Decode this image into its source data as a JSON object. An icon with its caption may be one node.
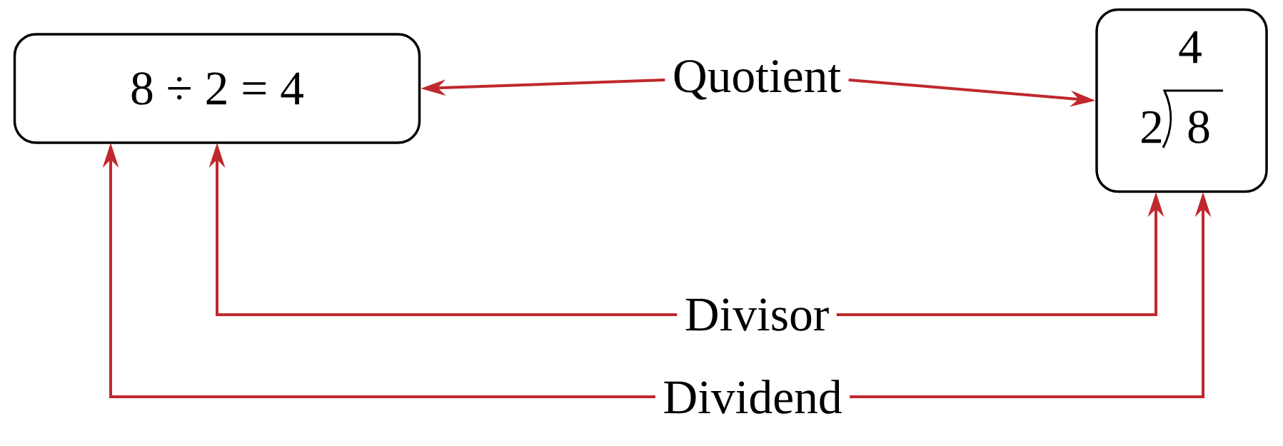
{
  "diagram": {
    "nodes": [
      {
        "text": [
          "8 ÷ 2 = 4"
        ]
      },
      {
        "text": [
          "4",
          "2",
          "8"
        ]
      },
      {
        "text": [
          "Quotient"
        ]
      },
      {
        "text": [
          "Divisor"
        ]
      },
      {
        "text": [
          "Dividend"
        ]
      }
    ],
    "edges": [
      {
        "from": 2,
        "to": 0,
        "arrow": "to"
      },
      {
        "from": 2,
        "to": 1,
        "arrow": "to"
      },
      {
        "from": 3,
        "to": 0,
        "arrow": "to"
      },
      {
        "from": 3,
        "to": 1,
        "arrow": "to"
      },
      {
        "from": 4,
        "to": 0,
        "arrow": "to"
      },
      {
        "from": 4,
        "to": 1,
        "arrow": "to"
      }
    ]
  }
}
